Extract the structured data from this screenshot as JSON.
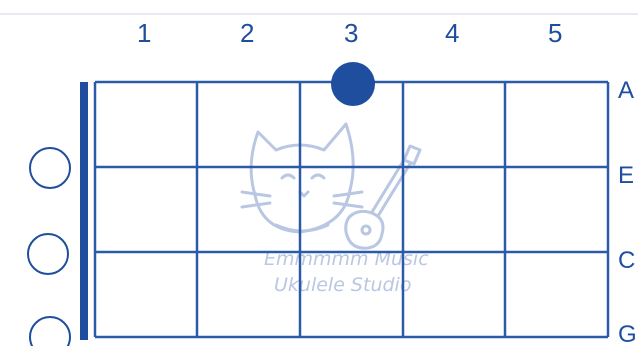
{
  "frets": [
    "1",
    "2",
    "3",
    "4",
    "5"
  ],
  "strings": [
    "A",
    "E",
    "C",
    "G"
  ],
  "open_strings": [
    "E",
    "C",
    "G"
  ],
  "finger_dots": [
    {
      "string": "A",
      "fret": 3
    }
  ],
  "watermark": {
    "line1": "Emmmmm Music",
    "line2": "Ukulele Studio"
  },
  "colors": {
    "primary": "#1f4e9e",
    "grid": "#2a5aa8",
    "watermark": "#b9c7e3",
    "top_rule": "#cfd6e2"
  }
}
